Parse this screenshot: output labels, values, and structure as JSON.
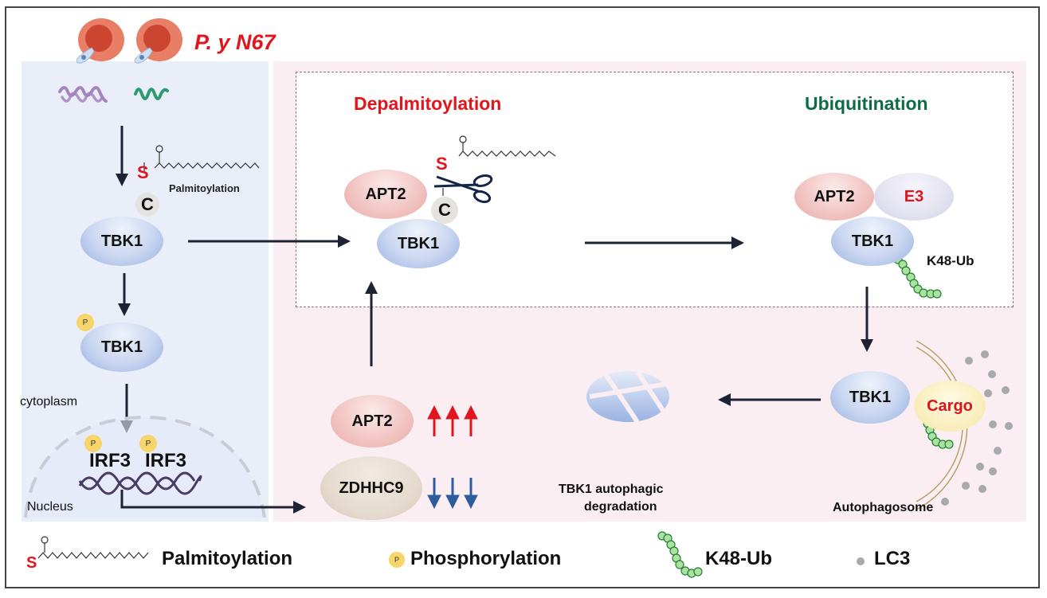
{
  "title": "P. y N67",
  "sections": {
    "depalmitoylation": "Depalmitoylation",
    "ubiquitination": "Ubiquitination"
  },
  "left_pathway": {
    "palmitoylation_label": "Palmitoylation",
    "s_atom": "S",
    "c_atom": "C",
    "tbk1": "TBK1",
    "tbk1_phospho": "TBK1",
    "phospho_badge": "P",
    "cytoplasm": "cytoplasm",
    "nucleus": "Nucleus",
    "irf3_a": "IRF3",
    "irf3_b": "IRF3"
  },
  "depalm_complex": {
    "apt2": "APT2",
    "tbk1": "TBK1",
    "s_atom": "S",
    "c_atom": "C"
  },
  "ubiq_complex": {
    "apt2": "APT2",
    "e3": "E3",
    "tbk1": "TBK1",
    "chain_label": "K48-Ub"
  },
  "regulation": {
    "apt2": "APT2",
    "apt2_trend": "up",
    "zdhhc9": "ZDHHC9",
    "zdhhc9_trend": "down"
  },
  "degradation": {
    "tbk1": "TBK1",
    "cargo": "Cargo",
    "autophagosome": "Autophagosome",
    "result_line1": "TBK1 autophagic",
    "result_line2": "degradation"
  },
  "legend": {
    "palmitoylation": "Palmitoylation",
    "s_atom": "S",
    "phosphorylation": "Phosphorylation",
    "p_badge": "P",
    "k48": "K48-Ub",
    "lc3": "LC3"
  },
  "colors": {
    "red": "#e0151d",
    "green_title": "#0e6b45",
    "arrow": "#1c2333",
    "up_arrow": "#e0151d",
    "down_arrow": "#2e5d9e"
  }
}
